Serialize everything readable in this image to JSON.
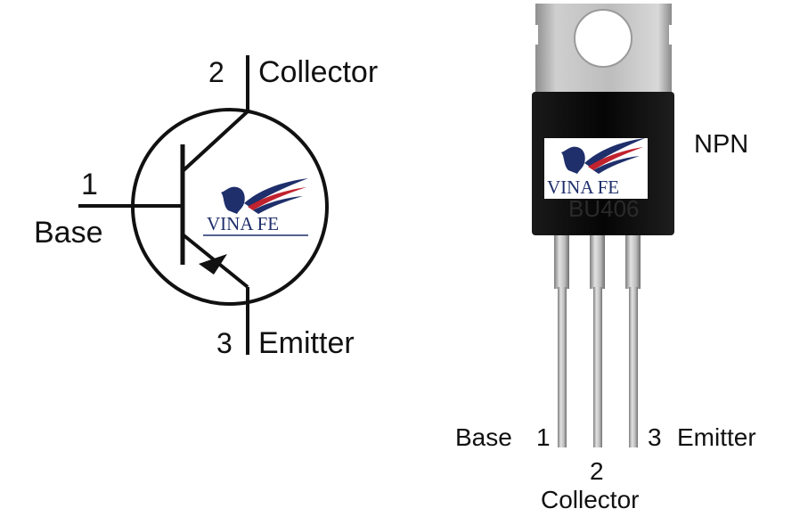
{
  "symbol": {
    "pin1_number": "1",
    "pin1_name": "Base",
    "pin2_number": "2",
    "pin2_name": "Collector",
    "pin3_number": "3",
    "pin3_name": "Emitter"
  },
  "package": {
    "part_marking": "BU406",
    "type_label": "NPN",
    "pin1_number": "1",
    "pin1_name": "Base",
    "pin2_number": "2",
    "pin2_name": "Collector",
    "pin3_number": "3",
    "pin3_name": "Emitter"
  },
  "watermark": {
    "text": "VINA FE"
  },
  "colors": {
    "line": "#111111",
    "package_body": "#0d0d0d",
    "metal_tab": "#bdbdbd",
    "logo_navy": "#1f2f6b",
    "logo_red": "#c0222e"
  }
}
